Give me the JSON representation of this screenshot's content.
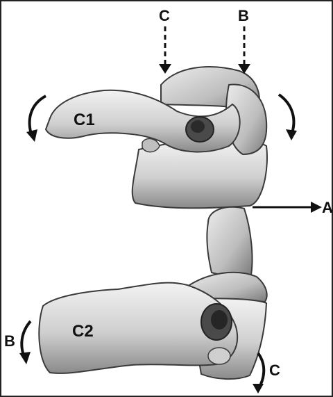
{
  "labels": {
    "c1": "C1",
    "c2": "C2",
    "arrow_c_top": "C",
    "arrow_b_top": "B",
    "arrow_a": "A",
    "arrow_b_left": "B",
    "arrow_c_bottom": "C"
  },
  "colors": {
    "frame": "#222222",
    "bone_light": "#e6e6e6",
    "bone_mid": "#b8b8b8",
    "bone_dark": "#6e6e6e",
    "outline": "#3a3a3a",
    "arrow": "#111111"
  }
}
